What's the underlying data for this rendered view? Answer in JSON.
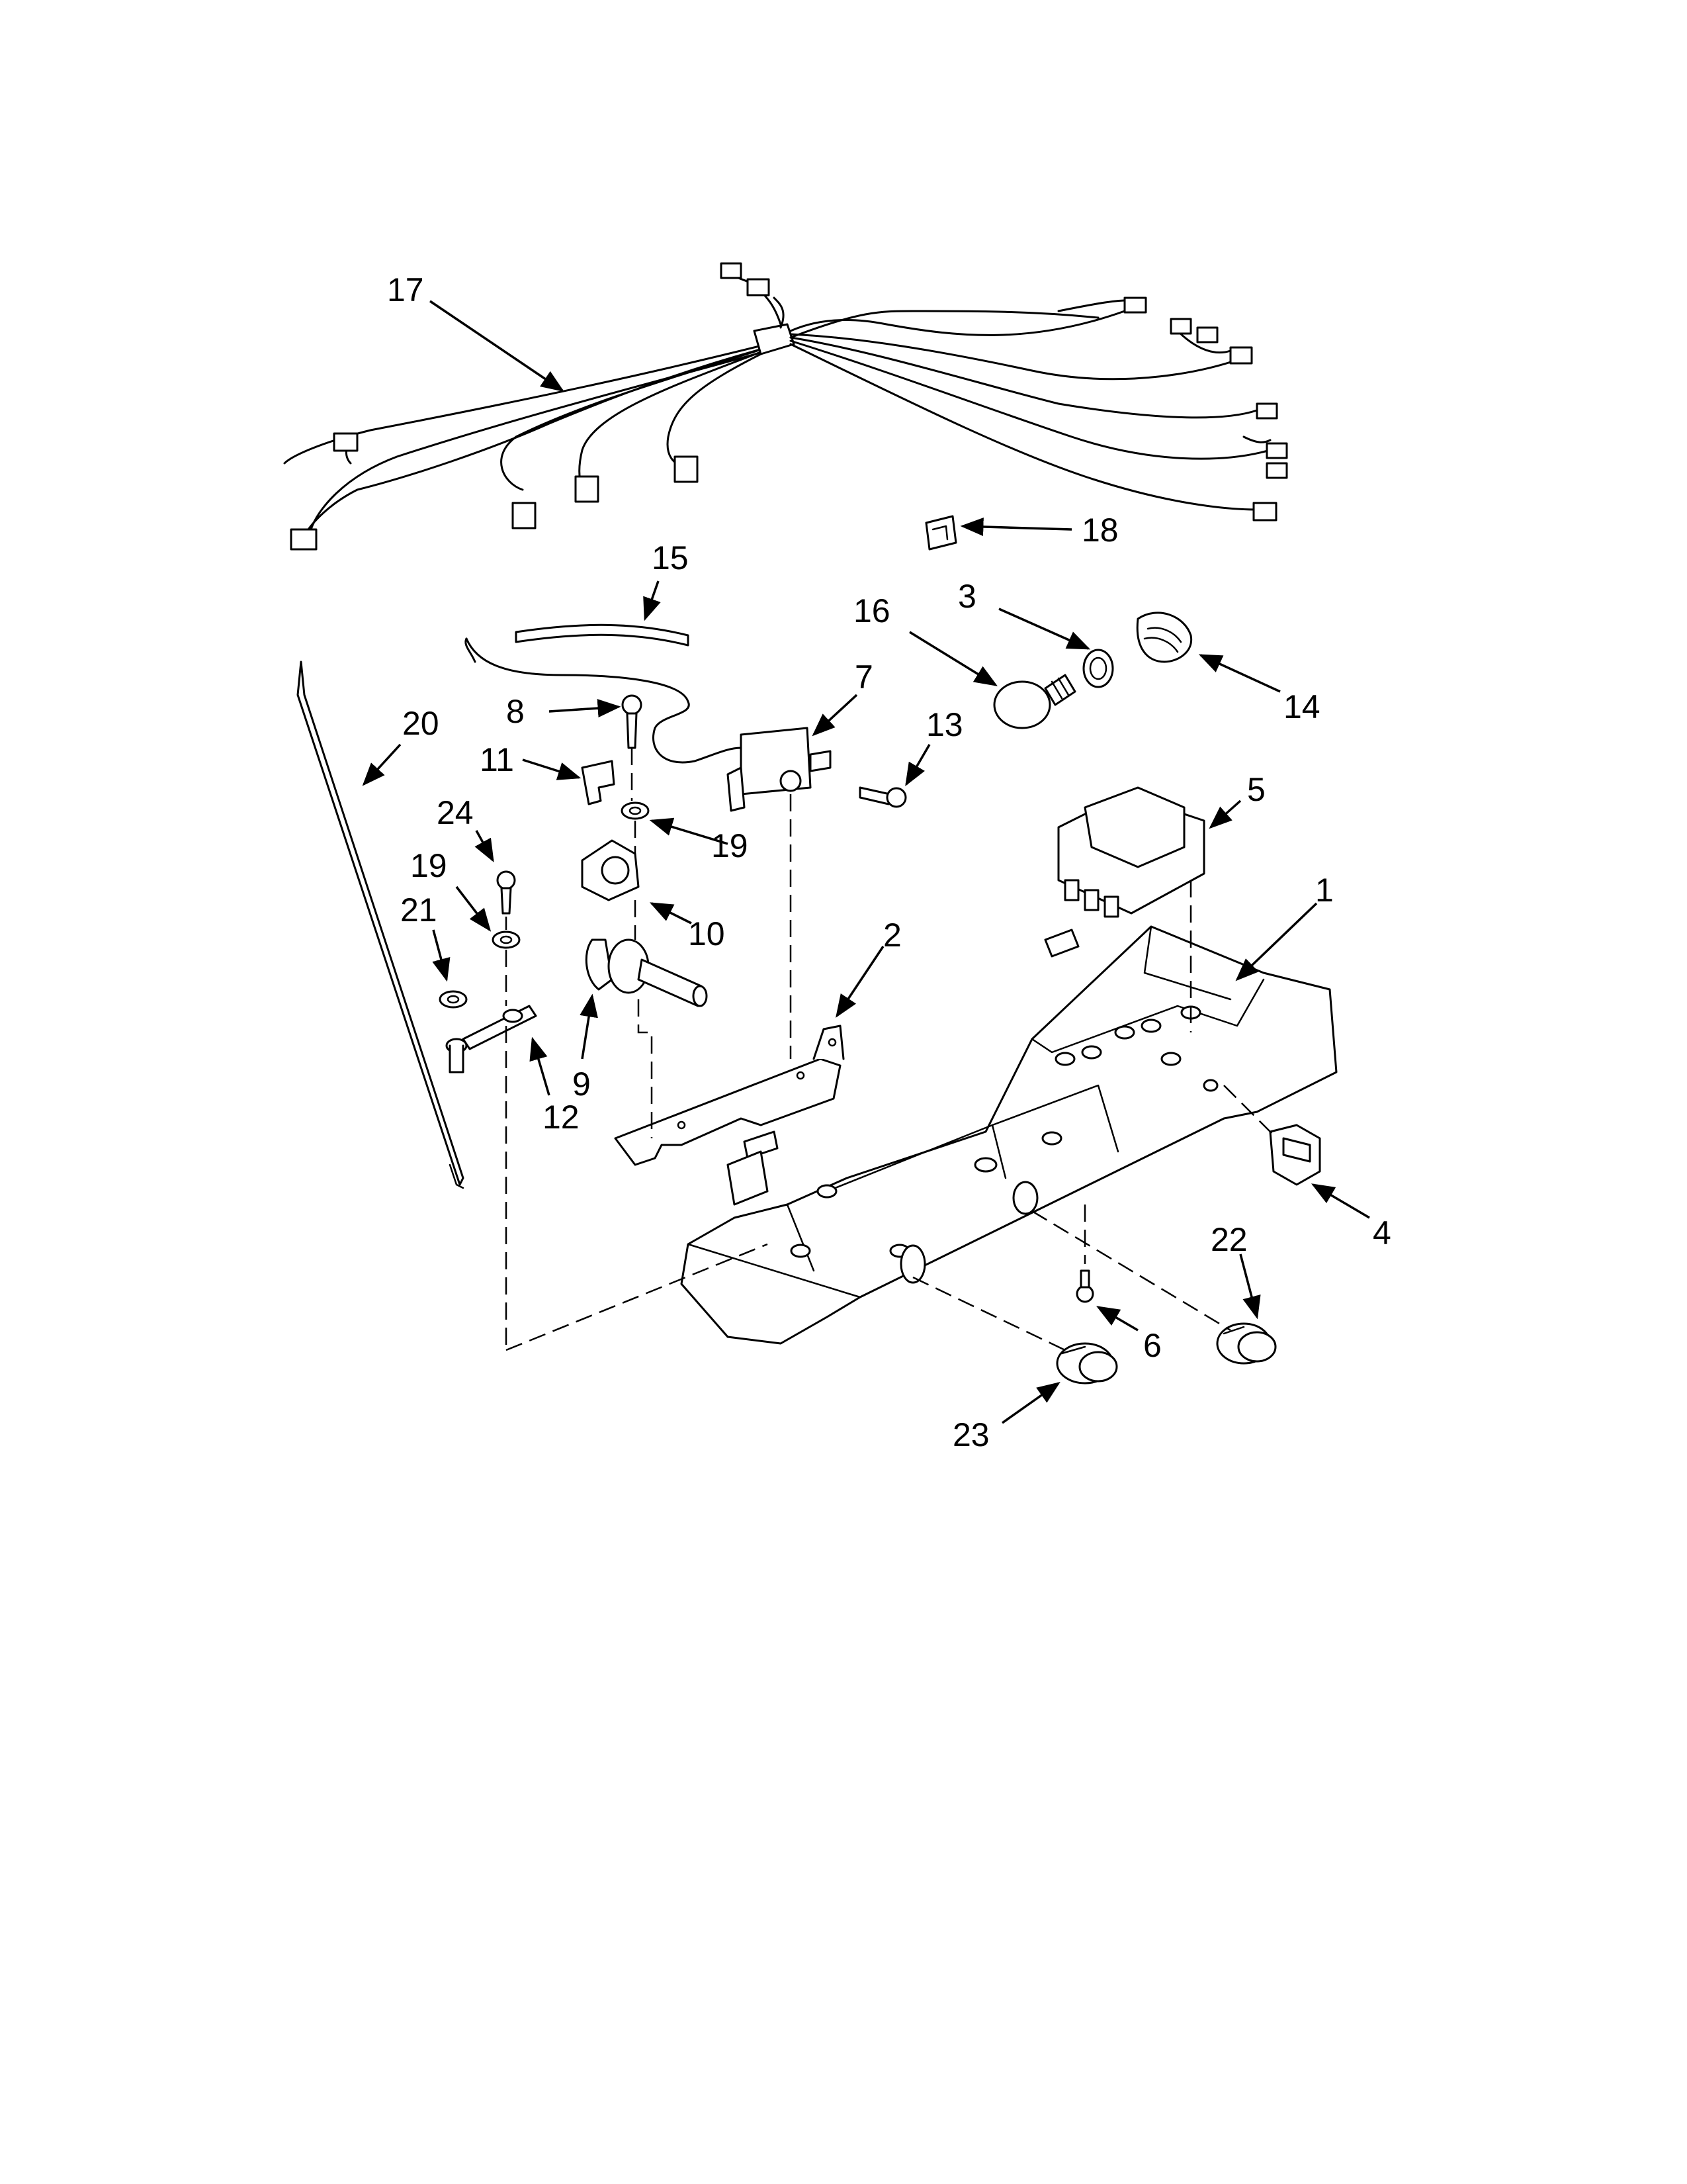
{
  "callouts": [
    {
      "id": "c17",
      "text": "17"
    },
    {
      "id": "c18",
      "text": "18"
    },
    {
      "id": "c15",
      "text": "15"
    },
    {
      "id": "c16",
      "text": "16"
    },
    {
      "id": "c3",
      "text": "3"
    },
    {
      "id": "c7",
      "text": "7"
    },
    {
      "id": "c14",
      "text": "14"
    },
    {
      "id": "c13",
      "text": "13"
    },
    {
      "id": "c8",
      "text": "8"
    },
    {
      "id": "c20",
      "text": "20"
    },
    {
      "id": "c11",
      "text": "11"
    },
    {
      "id": "c5",
      "text": "5"
    },
    {
      "id": "c24",
      "text": "24"
    },
    {
      "id": "c19a",
      "text": "19"
    },
    {
      "id": "c19b",
      "text": "19"
    },
    {
      "id": "c1",
      "text": "1"
    },
    {
      "id": "c21",
      "text": "21"
    },
    {
      "id": "c10",
      "text": "10"
    },
    {
      "id": "c2",
      "text": "2"
    },
    {
      "id": "c9",
      "text": "9"
    },
    {
      "id": "c12",
      "text": "12"
    },
    {
      "id": "c4",
      "text": "4"
    },
    {
      "id": "c22",
      "text": "22"
    },
    {
      "id": "c6",
      "text": "6"
    },
    {
      "id": "c23",
      "text": "23"
    }
  ]
}
